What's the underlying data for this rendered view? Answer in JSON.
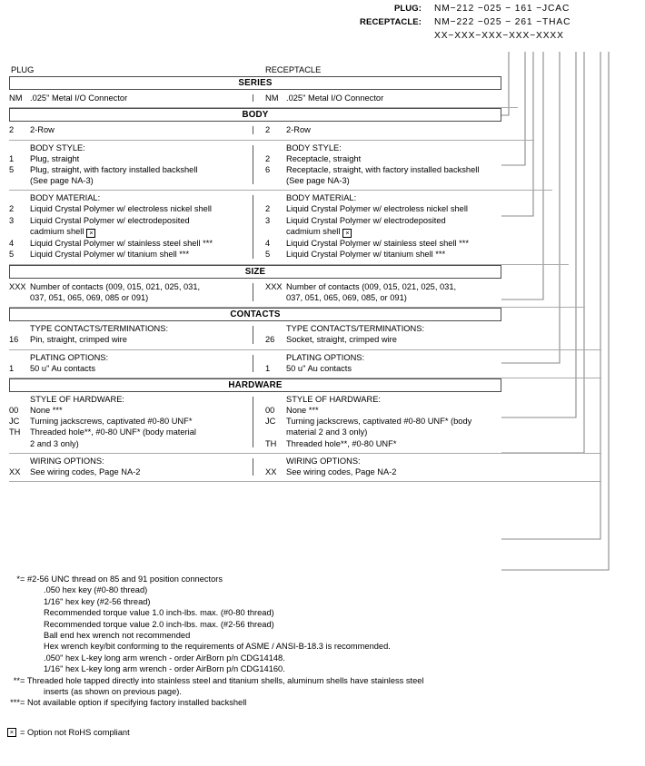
{
  "part_numbers": {
    "rows": [
      {
        "label": "PLUG:",
        "value": "NM−212 −025 − 161 −JCAC"
      },
      {
        "label": "RECEPTACLE:",
        "value": "NM−222 −025 − 261 −THAC"
      }
    ],
    "mask": "XX−XXX−XXX−XXX−XXXX"
  },
  "columns": {
    "plug": "PLUG",
    "receptacle": "RECEPTACLE"
  },
  "sections": [
    {
      "title": "SERIES",
      "rows": [
        {
          "left": {
            "heading": "",
            "items": [
              {
                "code": "NM",
                "desc": ".025\" Metal I/O Connector",
                "cont": ""
              }
            ]
          },
          "right": {
            "heading": "",
            "items": [
              {
                "code": "NM",
                "desc": ".025\" Metal I/O Connector",
                "cont": ""
              }
            ]
          }
        }
      ]
    },
    {
      "title": "BODY",
      "rows": [
        {
          "left": {
            "heading": "",
            "items": [
              {
                "code": "2",
                "desc": "2-Row",
                "cont": ""
              }
            ]
          },
          "right": {
            "heading": "",
            "items": [
              {
                "code": "2",
                "desc": "2-Row",
                "cont": ""
              }
            ]
          }
        },
        {
          "left": {
            "heading": "BODY STYLE:",
            "items": [
              {
                "code": "1",
                "desc": "Plug, straight",
                "cont": ""
              },
              {
                "code": "5",
                "desc": "Plug, straight, with factory installed backshell",
                "cont": "(See page NA-3)"
              }
            ]
          },
          "right": {
            "heading": "BODY STYLE:",
            "items": [
              {
                "code": "2",
                "desc": "Receptacle, straight",
                "cont": ""
              },
              {
                "code": "6",
                "desc": "Receptacle, straight, with factory installed backshell",
                "cont": "(See page NA-3)"
              }
            ]
          }
        },
        {
          "left": {
            "heading": "BODY MATERIAL:",
            "items": [
              {
                "code": "2",
                "desc": "Liquid Crystal Polymer w/ electroless nickel shell",
                "cont": ""
              },
              {
                "code": "3",
                "desc": "Liquid Crystal Polymer w/ electrodeposited",
                "cont": "cadmium shell",
                "rohs": true
              },
              {
                "code": "4",
                "desc": "Liquid Crystal Polymer w/ stainless steel shell ***",
                "cont": ""
              },
              {
                "code": "5",
                "desc": "Liquid Crystal Polymer w/ titanium shell ***",
                "cont": ""
              }
            ]
          },
          "right": {
            "heading": "BODY MATERIAL:",
            "items": [
              {
                "code": "2",
                "desc": "Liquid Crystal Polymer w/ electroless nickel shell",
                "cont": ""
              },
              {
                "code": "3",
                "desc": "Liquid Crystal Polymer w/ electrodeposited",
                "cont": "cadmium shell",
                "rohs": true
              },
              {
                "code": "4",
                "desc": "Liquid Crystal Polymer w/ stainless steel shell ***",
                "cont": ""
              },
              {
                "code": "5",
                "desc": "Liquid Crystal Polymer w/ titanium shell ***",
                "cont": ""
              }
            ]
          }
        }
      ]
    },
    {
      "title": "SIZE",
      "rows": [
        {
          "left": {
            "heading": "",
            "items": [
              {
                "code": "XXX",
                "desc": "Number of contacts (009, 015, 021, 025, 031,",
                "cont": "037, 051, 065, 069, 085 or 091)"
              }
            ]
          },
          "right": {
            "heading": "",
            "items": [
              {
                "code": "XXX",
                "desc": "Number of contacts (009, 015, 021, 025, 031,",
                "cont": "037, 051, 065, 069, 085, or 091)"
              }
            ]
          }
        }
      ]
    },
    {
      "title": "CONTACTS",
      "rows": [
        {
          "left": {
            "heading": "TYPE CONTACTS/TERMINATIONS:",
            "items": [
              {
                "code": "16",
                "desc": "Pin, straight, crimped wire",
                "cont": ""
              }
            ]
          },
          "right": {
            "heading": "TYPE CONTACTS/TERMINATIONS:",
            "items": [
              {
                "code": "26",
                "desc": "Socket, straight, crimped wire",
                "cont": ""
              }
            ]
          }
        },
        {
          "left": {
            "heading": "PLATING OPTIONS:",
            "items": [
              {
                "code": "1",
                "desc": "50 u\" Au contacts",
                "cont": ""
              }
            ]
          },
          "right": {
            "heading": "PLATING OPTIONS:",
            "items": [
              {
                "code": "1",
                "desc": "50 u\" Au contacts",
                "cont": ""
              }
            ]
          }
        }
      ]
    },
    {
      "title": "HARDWARE",
      "rows": [
        {
          "left": {
            "heading": "STYLE OF HARDWARE:",
            "items": [
              {
                "code": "00",
                "desc": "None ***",
                "cont": ""
              },
              {
                "code": "JC",
                "desc": "Turning jackscrews, captivated #0-80 UNF*",
                "cont": ""
              },
              {
                "code": "TH",
                "desc": "Threaded hole**, #0-80 UNF* (body material",
                "cont": "2 and 3 only)"
              }
            ]
          },
          "right": {
            "heading": "STYLE OF HARDWARE:",
            "items": [
              {
                "code": "00",
                "desc": "None ***",
                "cont": ""
              },
              {
                "code": "JC",
                "desc": "Turning jackscrews, captivated #0-80 UNF* (body",
                "cont": "material 2 and 3 only)"
              },
              {
                "code": "TH",
                "desc": "Threaded hole**, #0-80 UNF*",
                "cont": ""
              }
            ]
          }
        },
        {
          "left": {
            "heading": "WIRING OPTIONS:",
            "items": [
              {
                "code": "XX",
                "desc": "See wiring codes, Page NA-2",
                "cont": ""
              }
            ]
          },
          "right": {
            "heading": "WIRING OPTIONS:",
            "items": [
              {
                "code": "XX",
                "desc": "See wiring codes, Page NA-2",
                "cont": ""
              }
            ]
          }
        }
      ]
    }
  ],
  "footnotes": [
    {
      "marker": "*",
      "first": "= #2-56 UNC thread on 85 and 91 position connectors",
      "lines": [
        ".050 hex key (#0-80 thread)",
        "1/16\" hex key (#2-56 thread)",
        "Recommended torque value 1.0 inch-lbs. max. (#0-80 thread)",
        "Recommended torque value 2.0 inch-lbs. max. (#2-56 thread)",
        "Ball end hex wrench not recommended",
        "Hex wrench key/bit conforming to the requirements of ASME / ANSI-B-18.3 is recommended.",
        ".050\" hex L-key long arm wrench - order AirBorn p/n CDG14148.",
        "1/16\" hex L-key long arm wrench - order AirBorn p/n CDG14160."
      ]
    },
    {
      "marker": "**",
      "first": "= Threaded hole tapped directly into stainless steel and titanium shells, aluminum shells have stainless steel",
      "lines": [
        "inserts (as shown on previous page)."
      ]
    },
    {
      "marker": "***",
      "first": "= Not available option if specifying factory installed backshell",
      "lines": []
    }
  ],
  "rohs_note": "= Option not RoHS compliant",
  "rohs_glyph": "☒",
  "colors": {
    "text": "#000000",
    "bar_border": "#4a4a4a",
    "hairline": "#aaaaaa",
    "leader": "#8a8a8a"
  }
}
